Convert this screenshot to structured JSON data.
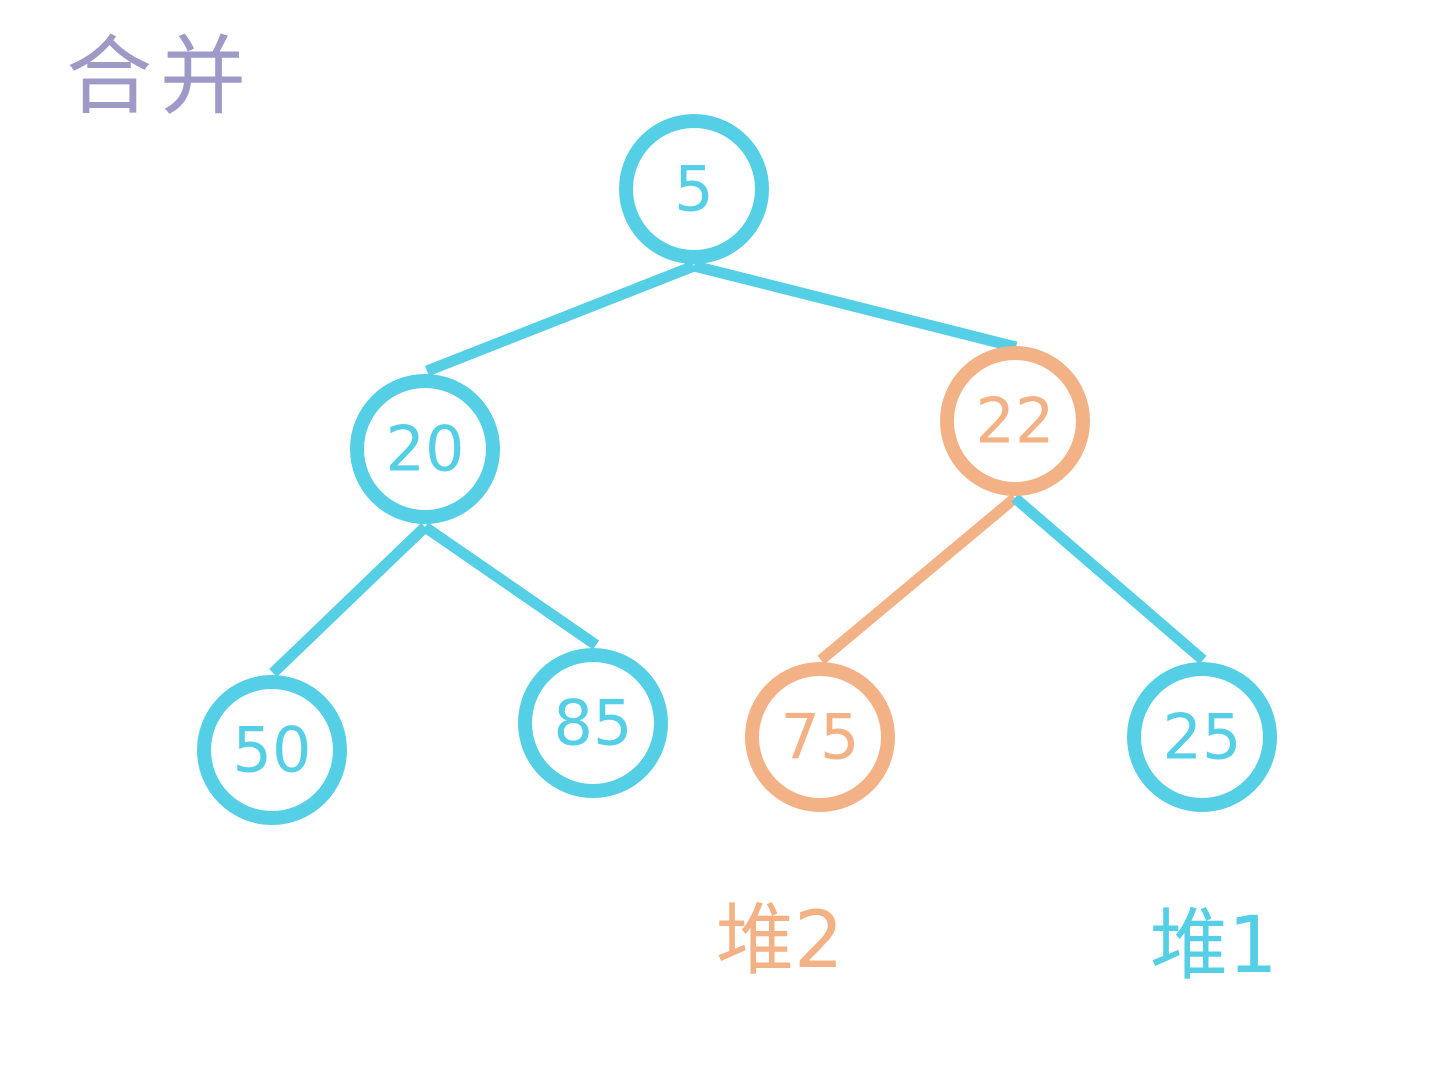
{
  "title": "合并",
  "colors": {
    "heap1": "#54cfe6",
    "heap2": "#f3b285",
    "title": "#9d9ac8"
  },
  "tree": {
    "nodes": [
      {
        "id": "n5",
        "value": "5",
        "heap": "heap1"
      },
      {
        "id": "n20",
        "value": "20",
        "heap": "heap1"
      },
      {
        "id": "n22",
        "value": "22",
        "heap": "heap2"
      },
      {
        "id": "n50",
        "value": "50",
        "heap": "heap1"
      },
      {
        "id": "n85",
        "value": "85",
        "heap": "heap1"
      },
      {
        "id": "n75",
        "value": "75",
        "heap": "heap2"
      },
      {
        "id": "n25",
        "value": "25",
        "heap": "heap1"
      }
    ],
    "edges": [
      {
        "from": "n5",
        "to": "n20",
        "heap": "heap1"
      },
      {
        "from": "n5",
        "to": "n22",
        "heap": "heap1"
      },
      {
        "from": "n20",
        "to": "n50",
        "heap": "heap1"
      },
      {
        "from": "n20",
        "to": "n85",
        "heap": "heap1"
      },
      {
        "from": "n22",
        "to": "n75",
        "heap": "heap2"
      },
      {
        "from": "n22",
        "to": "n25",
        "heap": "heap1"
      }
    ]
  },
  "labels": {
    "heap2": "堆2",
    "heap1": "堆1"
  }
}
